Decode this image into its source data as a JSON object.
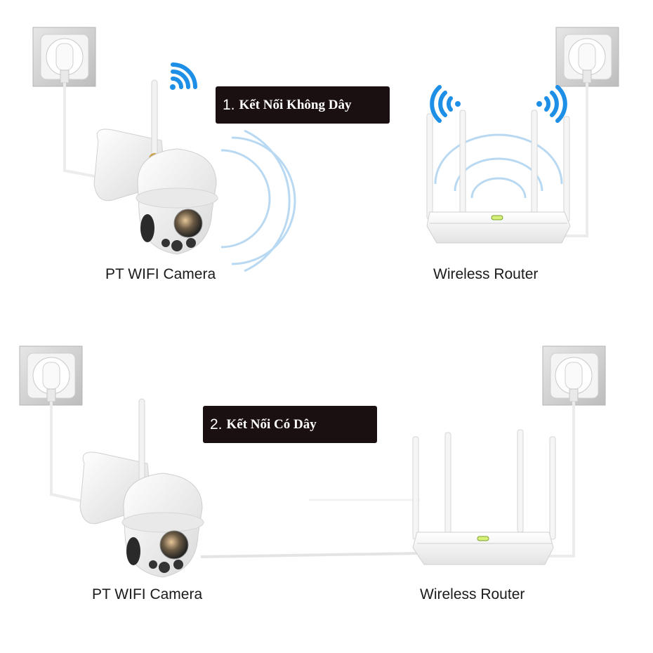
{
  "sections": [
    {
      "badge_number": "1.",
      "badge_text": "Kết Nối Không Dây",
      "camera_label": "PT WIFI Camera",
      "router_label": "Wireless Router"
    },
    {
      "badge_number": "2.",
      "badge_text": "Kết Nối Có Dây",
      "camera_label": "PT WIFI Camera",
      "router_label": "Wireless Router"
    }
  ],
  "colors": {
    "badge_background": "#1b1011",
    "badge_text": "#ffffff",
    "wifi_accent": "#1e8fe6",
    "signal_waves": "#b9d9f2",
    "device_white": "#f4f4f4",
    "socket_frame": "#cfcfcf"
  },
  "icons": [
    "wall-socket-icon",
    "wifi-signal-icon",
    "camera-device",
    "router-device"
  ]
}
